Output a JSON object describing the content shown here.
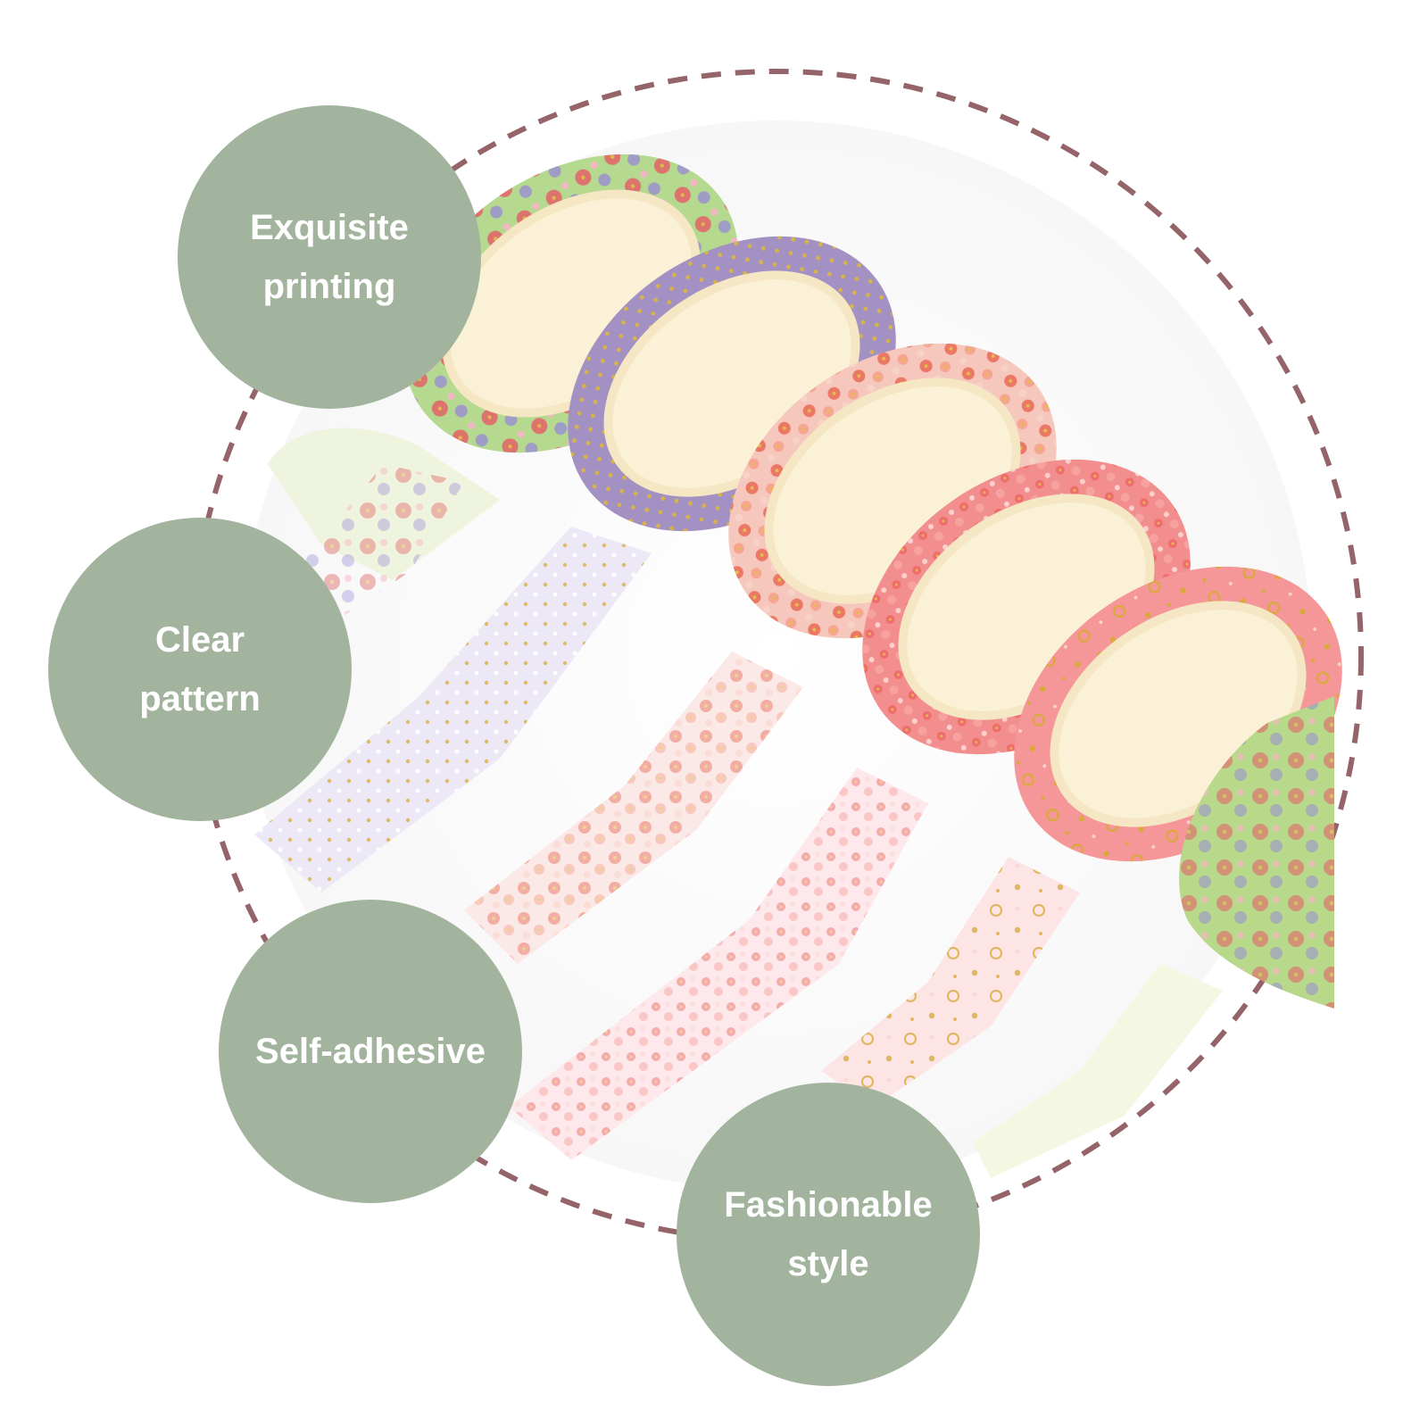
{
  "badge_color": "#a3b49e",
  "ring_color": "#946469",
  "features": [
    {
      "lines": [
        "Exquisite",
        "printing"
      ]
    },
    {
      "lines": [
        "Clear",
        "pattern"
      ]
    },
    {
      "lines": [
        "Self-adhesive"
      ]
    },
    {
      "lines": [
        "Fashionable",
        "style"
      ]
    }
  ],
  "tapes": [
    {
      "name": "green-floral",
      "color": "#b5d98f",
      "pattern": "flowers"
    },
    {
      "name": "lavender-dots",
      "color": "#a391c3",
      "pattern": "gold-dots"
    },
    {
      "name": "red-floral",
      "color": "#f2a999",
      "pattern": "flowers"
    },
    {
      "name": "pink-floral",
      "color": "#f28f8e",
      "pattern": "flowers"
    },
    {
      "name": "pink-gold-flowers",
      "color": "#f59698",
      "pattern": "gold-flowers"
    },
    {
      "name": "green-daisy",
      "color": "#b8d98a",
      "pattern": "flowers"
    }
  ]
}
